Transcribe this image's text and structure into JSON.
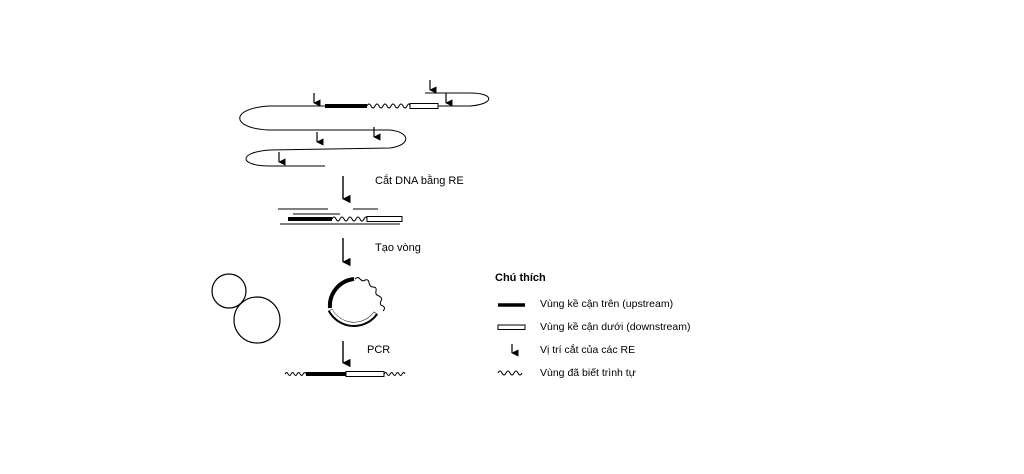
{
  "steps": {
    "cut_label": "Cắt DNA bằng RE",
    "circularize_label": "Tạo vòng",
    "pcr_label": "PCR"
  },
  "legend": {
    "title": "Chú thích",
    "items": [
      {
        "symbol": "thick-line-icon",
        "label": "Vùng kề cận trên (upstream)"
      },
      {
        "symbol": "open-bar-icon",
        "label": "Vùng kề cận dưới (downstream)"
      },
      {
        "symbol": "down-arrow-icon",
        "label": "Vị trí cắt của các RE"
      },
      {
        "symbol": "wavy-line-icon",
        "label": "Vùng đã biết trình tự"
      }
    ]
  }
}
